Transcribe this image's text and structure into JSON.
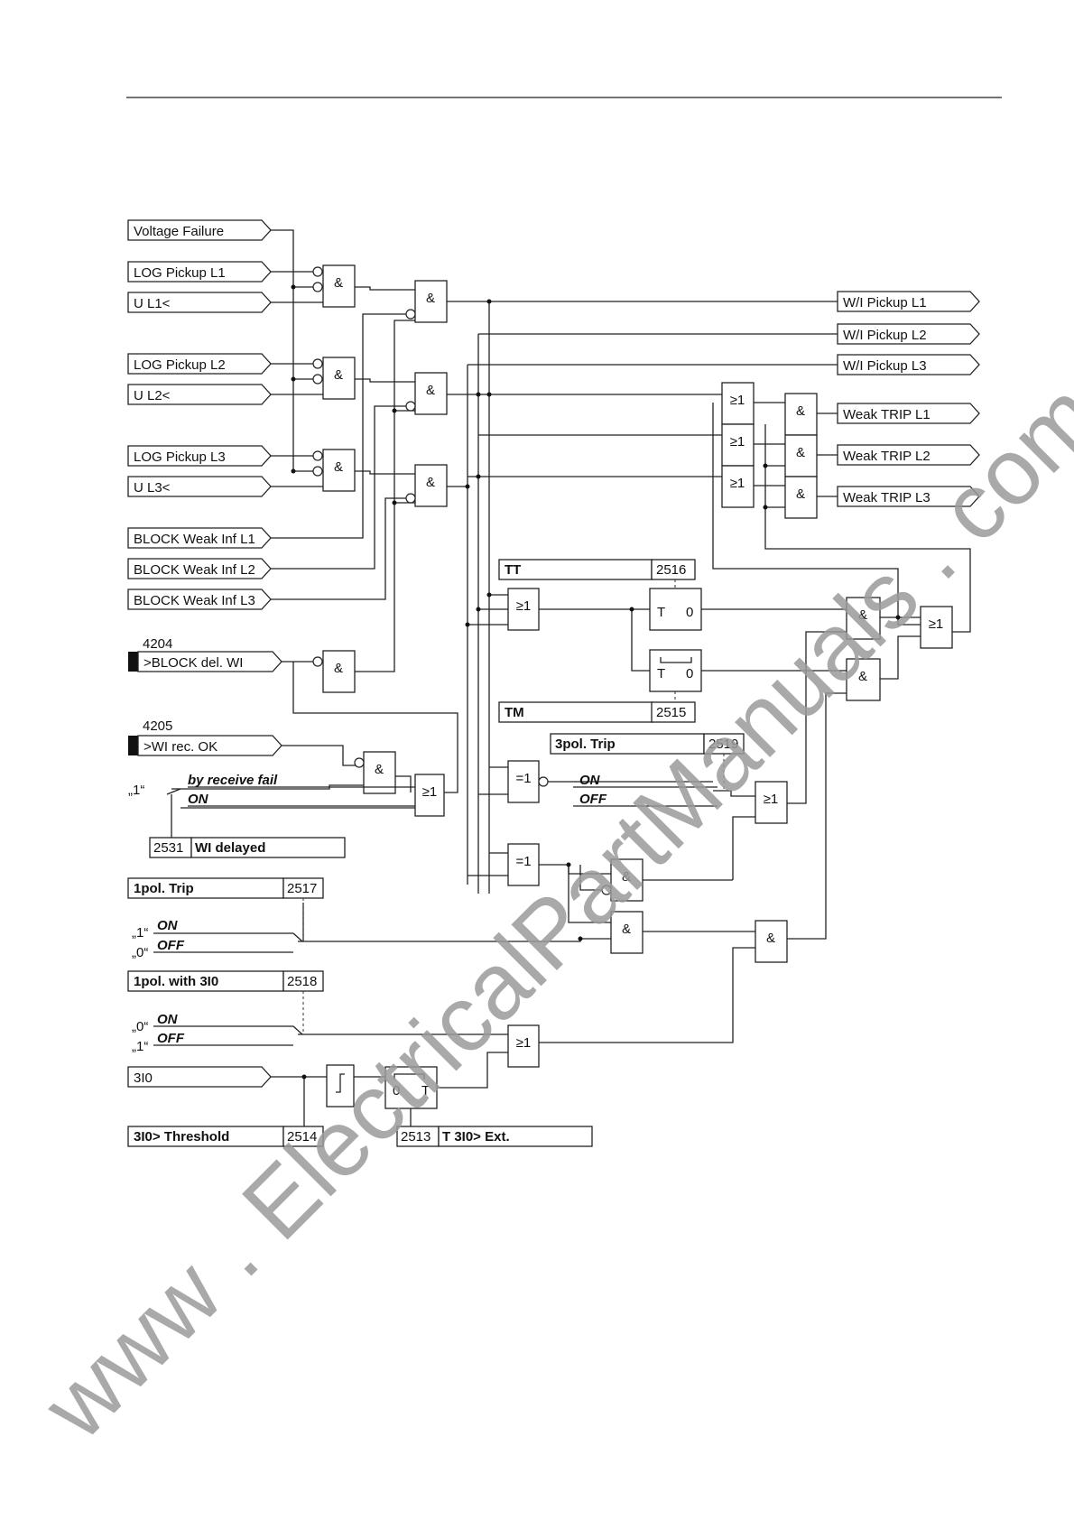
{
  "inputs": {
    "voltage_failure": "Voltage Failure",
    "log_pickup_l1": "LOG Pickup L1",
    "u_l1": "U L1<",
    "log_pickup_l2": "LOG Pickup L2",
    "u_l2": "U L2<",
    "log_pickup_l3": "LOG Pickup L3",
    "u_l3": "U L3<",
    "block_l1": "BLOCK Weak Inf L1",
    "block_l2": "BLOCK Weak Inf L2",
    "block_l3": "BLOCK Weak Inf L3",
    "block_del_num": "4204",
    "block_del": ">BLOCK del. WI",
    "wi_rec_num": "4205",
    "wi_rec": ">WI rec. OK",
    "i0": "3I0"
  },
  "outputs": {
    "wi_pickup_l1": "W/I Pickup L1",
    "wi_pickup_l2": "W/I Pickup L2",
    "wi_pickup_l3": "W/I Pickup L3",
    "weak_trip_l1": "Weak TRIP L1",
    "weak_trip_l2": "Weak TRIP L2",
    "weak_trip_l3": "Weak TRIP L3"
  },
  "parameters": {
    "tt_label": "TT",
    "tt_num": "2516",
    "tm_label": "TM",
    "tm_num": "2515",
    "pol3_label": "3pol. Trip",
    "pol3_num": "2519",
    "wi_delayed_num": "2531",
    "wi_delayed_label": "WI delayed",
    "pol1_label": "1pol. Trip",
    "pol1_num": "2517",
    "pol1_3i0_label": "1pol. with 3I0",
    "pol1_3i0_num": "2518",
    "threshold_label": "3I0> Threshold",
    "threshold_num": "2514",
    "t3i0_num": "2513",
    "t3i0_label": "T 3I0> Ext."
  },
  "switches": {
    "by_receive_fail": "by receive fail",
    "on": "ON",
    "off": "OFF",
    "one": "„1“",
    "zero": "„0“"
  },
  "gates": {
    "and": "&",
    "or": "≥1",
    "xor": "=1",
    "timer_t": "T",
    "timer_0": "0"
  },
  "watermark": "www . ElectricalPartManuals . com",
  "colors": {
    "line": "#222222",
    "watermark": "#9a9a9a"
  }
}
